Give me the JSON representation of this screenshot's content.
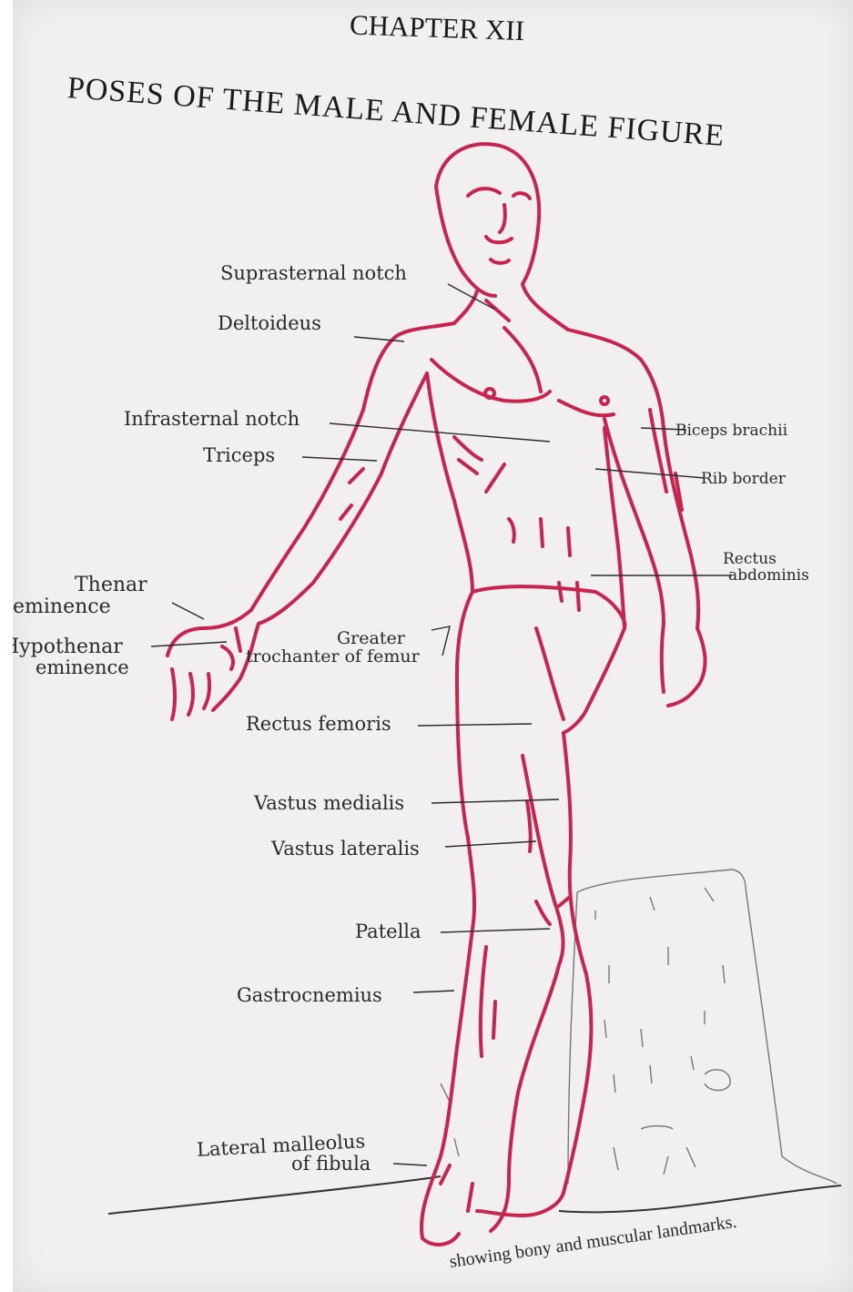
{
  "header": {
    "chapter": "CHAPTER XII",
    "title": "POSES OF THE MALE AND FEMALE FIGURE"
  },
  "labels": {
    "suprasternal_notch": "Suprasternal notch",
    "deltoideus": "Deltoideus",
    "infrasternal_notch": "Infrasternal notch",
    "triceps": "Triceps",
    "biceps_brachii": "Biceps brachii",
    "rib_border": "Rib border",
    "rectus_abdominis_line1": "Rectus",
    "rectus_abdominis_line2": "abdominis",
    "thenar_line1": "Thenar",
    "thenar_line2": "eminence",
    "hypothenar_line1": "Hypothenar",
    "hypothenar_line2": "eminence",
    "greater_troch_line1": "Greater",
    "greater_troch_line2": "trochanter of femur",
    "rectus_femoris": "Rectus femoris",
    "vastus_medialis": "Vastus medialis",
    "vastus_lateralis": "Vastus lateralis",
    "patella": "Patella",
    "gastrocnemius": "Gastrocnemius",
    "lateral_malleolus_line1": "Lateral malleolus",
    "lateral_malleolus_line2": "of fibula"
  },
  "caption": "showing bony and muscular landmarks.",
  "colors": {
    "figure_outline": "#c8244f",
    "pencil": "#6a6a6a",
    "paper": "#f1eff0"
  }
}
